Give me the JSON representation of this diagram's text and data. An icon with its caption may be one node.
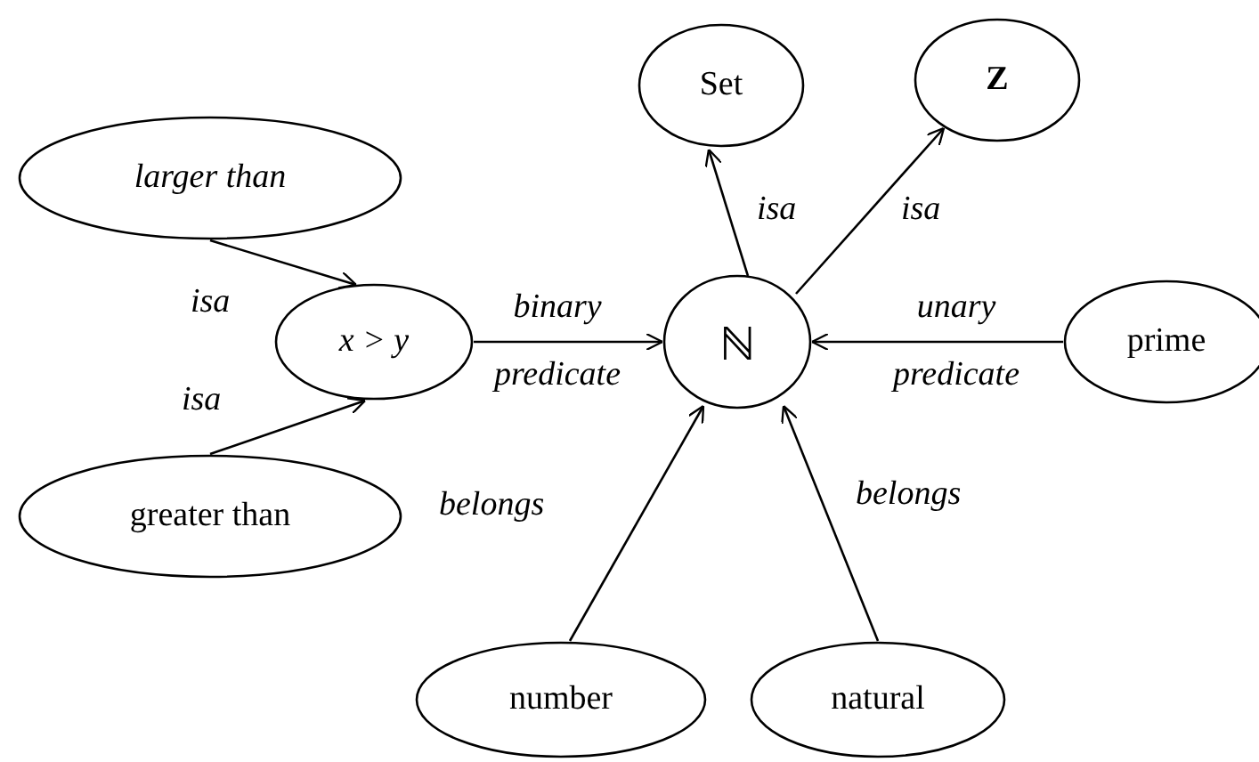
{
  "diagram": {
    "nodes": [
      {
        "text": [
          "larger than"
        ]
      },
      {
        "text": [
          "x > y"
        ]
      },
      {
        "text": [
          "greater than"
        ]
      },
      {
        "text": [
          "Set"
        ]
      },
      {
        "text": [
          "Z"
        ]
      },
      {
        "text": [
          "ℕ"
        ]
      },
      {
        "text": [
          "prime"
        ]
      },
      {
        "text": [
          "number"
        ]
      },
      {
        "text": [
          "natural"
        ]
      }
    ],
    "edges": [
      {
        "from": 0,
        "to": 1,
        "arrow": "to",
        "label": "isa"
      },
      {
        "from": 2,
        "to": 1,
        "arrow": "to",
        "label": "isa"
      },
      {
        "from": 1,
        "to": 5,
        "arrow": "to",
        "label": "binary predicate"
      },
      {
        "from": 5,
        "to": 3,
        "arrow": "to",
        "label": "isa"
      },
      {
        "from": 5,
        "to": 4,
        "arrow": "to",
        "label": "isa"
      },
      {
        "from": 6,
        "to": 5,
        "arrow": "to",
        "label": "unary predicate"
      },
      {
        "from": 7,
        "to": 5,
        "arrow": "to",
        "label": "belongs"
      },
      {
        "from": 8,
        "to": 5,
        "arrow": "to",
        "label": "belongs"
      }
    ]
  }
}
